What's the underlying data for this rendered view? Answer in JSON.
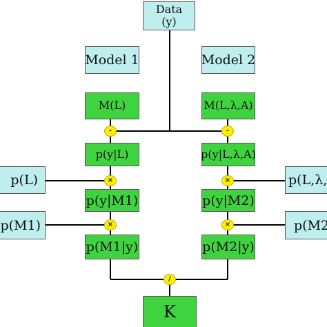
{
  "data_box": {
    "line1": "Data",
    "line2": "(y)"
  },
  "model1": "Model 1",
  "model2": "Model 2",
  "left_column": {
    "structure": "M(L)",
    "likelihood": "p(y|L)",
    "marginal": "p(y|M1)",
    "posterior": "p(M1|y)"
  },
  "right_column": {
    "structure": "M(L,λ,A)",
    "likelihood": "p(y|L,λ,A)",
    "marginal": "p(y|M2)",
    "posterior": "p(M2|y)"
  },
  "left_priors": {
    "param_prior": "p(L)",
    "model_prior": "p(M1)"
  },
  "right_priors": {
    "param_prior": "p(L,λ,A",
    "model_prior": "p(M2"
  },
  "operators": {
    "minus": "-",
    "times": "×",
    "divide": "/"
  },
  "result": "K",
  "colors": {
    "input_box": "#bfeeee",
    "process_box": "#3fd43f",
    "operator": "#ffee00",
    "line": "#000000"
  }
}
